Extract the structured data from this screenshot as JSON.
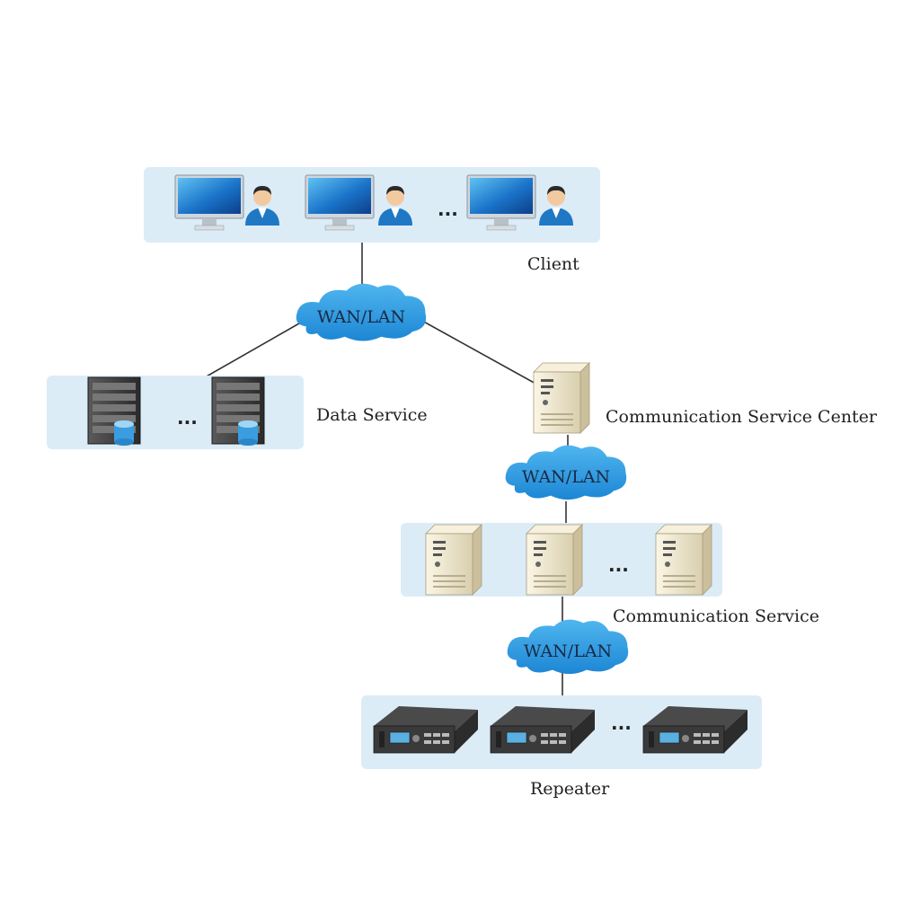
{
  "labels": {
    "client": "Client",
    "data_service": "Data Service",
    "comm_center": "Communication Service Center",
    "comm_service": "Communication Service",
    "repeater": "Repeater"
  },
  "clouds": {
    "top": "WAN/LAN",
    "middle": "WAN/LAN",
    "bottom": "WAN/LAN"
  },
  "ellipsis": "...",
  "colors": {
    "panel": "#dcecf7",
    "cloud": "#2f9de2",
    "line": "#333333"
  },
  "icons": {
    "client": [
      "monitor-icon",
      "user-icon"
    ],
    "data_service": "database-server-icon",
    "comm": "tower-server-icon",
    "repeater": "repeater-device-icon"
  }
}
